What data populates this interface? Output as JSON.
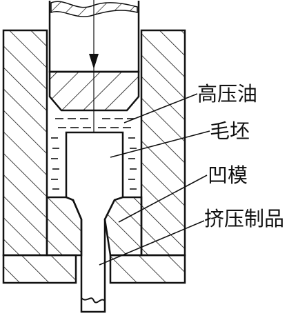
{
  "labels": {
    "oil": "高压油",
    "blank": "毛坯",
    "die": "凹模",
    "product": "挤压制品"
  },
  "colors": {
    "line": "#111111",
    "background": "#ffffff"
  }
}
